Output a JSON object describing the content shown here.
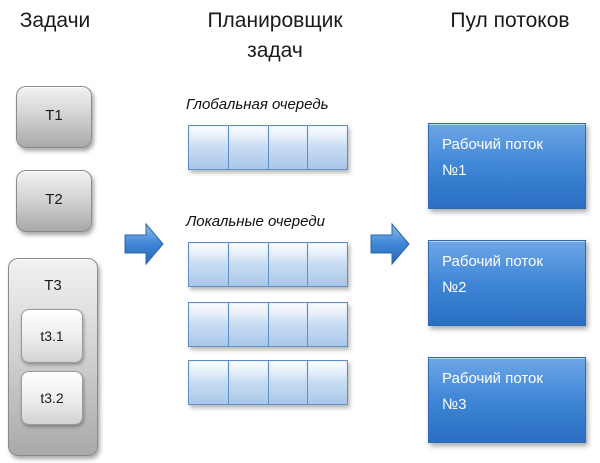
{
  "columns": {
    "tasks": "Задачи",
    "scheduler": "Планировщик\nзадач",
    "pool": "Пул потоков"
  },
  "scheduler": {
    "global_label": "Глобальная очередь",
    "local_label": "Локальные очереди"
  },
  "tasks": [
    {
      "label": "T1"
    },
    {
      "label": "T2"
    },
    {
      "label": "T3",
      "subtasks": [
        "t3.1",
        "t3.2"
      ]
    }
  ],
  "workers": [
    {
      "title": "Рабочий поток",
      "number": "№1"
    },
    {
      "title": "Рабочий поток",
      "number": "№2"
    },
    {
      "title": "Рабочий поток",
      "number": "№3"
    }
  ],
  "colors": {
    "task_gray": "#c8c8c8",
    "queue_blue": "#c7dcf2",
    "worker_blue": "#3f86d6",
    "arrow_blue": "#3f86d6"
  }
}
